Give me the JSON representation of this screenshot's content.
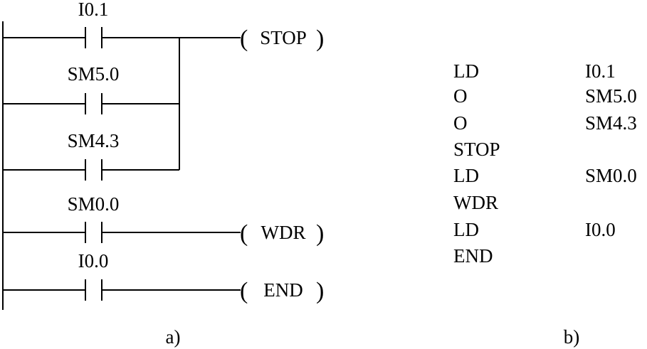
{
  "ladder": {
    "contacts": [
      {
        "label": "I0.1"
      },
      {
        "label": "SM5.0"
      },
      {
        "label": "SM4.3"
      },
      {
        "label": "SM0.0"
      },
      {
        "label": "I0.0"
      }
    ],
    "coils": [
      {
        "label": "STOP"
      },
      {
        "label": "WDR"
      },
      {
        "label": "END"
      }
    ],
    "caption": "a)"
  },
  "instruction_list": {
    "rows": [
      {
        "op": "LD",
        "operand": "I0.1"
      },
      {
        "op": "O",
        "operand": "SM5.0"
      },
      {
        "op": "O",
        "operand": "SM4.3"
      },
      {
        "op": "STOP",
        "operand": ""
      },
      {
        "op": "LD",
        "operand": "SM0.0"
      },
      {
        "op": "WDR",
        "operand": ""
      },
      {
        "op": "LD",
        "operand": "I0.0"
      },
      {
        "op": "END",
        "operand": ""
      }
    ],
    "caption": "b)"
  }
}
